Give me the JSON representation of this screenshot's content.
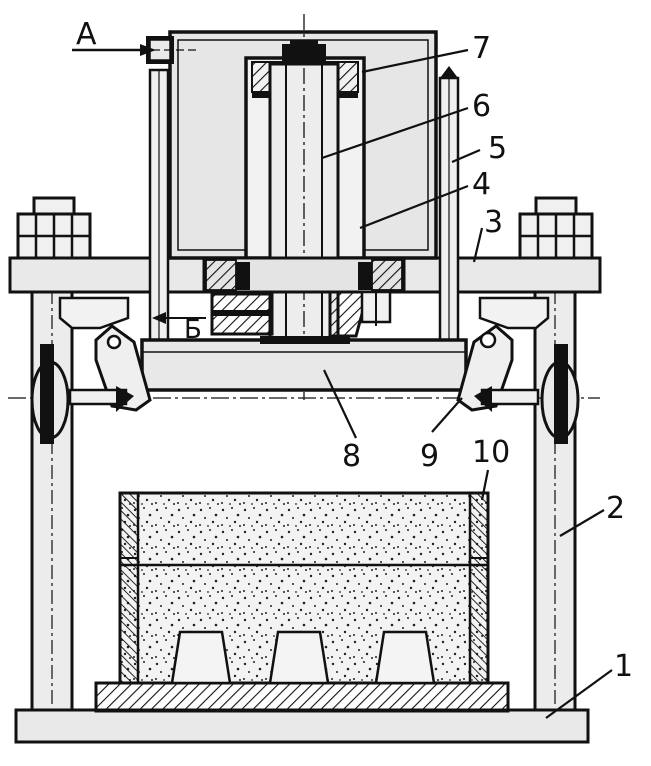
{
  "labels": {
    "l1": "1",
    "l2": "2",
    "l3": "3",
    "l4": "4",
    "l5": "5",
    "l6": "6",
    "l7": "7",
    "l8": "8",
    "l9": "9",
    "l10": "10",
    "view_a": "А",
    "view_b": "Б"
  },
  "colors": {
    "ink": "#111111",
    "part_fill": "#e9e9e9",
    "sand_fill": "#f1f1f1",
    "paper": "#ffffff"
  }
}
